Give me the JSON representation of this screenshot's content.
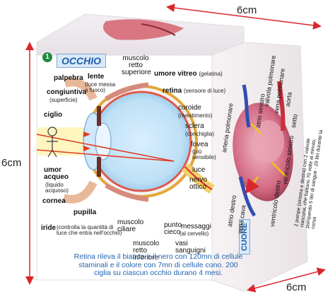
{
  "dimensions": {
    "top": "6cm",
    "left": "6cm",
    "bottom": "6cm"
  },
  "front_face": {
    "number": "1",
    "title": "OCCHIO",
    "labels": {
      "palpebra": "palpebra",
      "lente": "lente",
      "lente_note": "(luce messa a fuoco)",
      "congiuntiva": "congiuntiva",
      "congiuntiva_note": "(superficie)",
      "ciglio": "ciglio",
      "muscolo_retto_superiore": "muscolo retto superiore",
      "umore_vitreo": "umore vitreo",
      "umore_vitreo_note": "(gelatina)",
      "retina": "retina",
      "retina_note": "(sensore di luce)",
      "coroide": "coroide",
      "coroide_note": "(rivestimento)",
      "sclera": "sclera",
      "sclera_note": "(conchiglia)",
      "fovea": "fovea",
      "fovea_note": "(più sensibile)",
      "luce": "luce",
      "nervo_ottico": "nervo ottico",
      "umor_acqueo": "umor acqueo",
      "umor_acqueo_note": "(liquido acquoso)",
      "cornea": "cornea",
      "pupilla": "pupilla",
      "iride": "iride",
      "iride_note": "(controlla la quantità di luce che entra nell'occhio)",
      "muscolo_ciliare": "muscolo ciliare",
      "muscolo_retto_inferiore": "muscolo retto inferiore",
      "punto_cieco": "punto cieco",
      "vasi_sanguigni": "vasi sanguigni",
      "messaggi": "messaggi",
      "messaggi_note": "(al cervello)"
    },
    "caption": "Retina rileva il bianco e il nero con 120mn di cellule staminali e il colore con 7mn di cellule cono. 200 ciglia su ciascun occhio durano 4 mesi."
  },
  "side_face": {
    "title": "CUORE",
    "labels": [
      "arteria polmonare",
      "atrio sinistro",
      "valvola polmonare",
      "vena polmonare",
      "aorta",
      "setto",
      "ventricolo sinistro",
      "atrio destro",
      "vena cava",
      "ventricolo destro"
    ],
    "note": "2 pompe (sinistra e destra) con 2 valvole ciascuna, che battono 70 volte al minuto, pompando 5 litri di sangue - 20 litri durante la corsa"
  },
  "colors": {
    "dimension_arrow": "#d9262b",
    "title": "#1d5fae",
    "caption": "#2264b0",
    "badge": "#1f8a3d"
  }
}
